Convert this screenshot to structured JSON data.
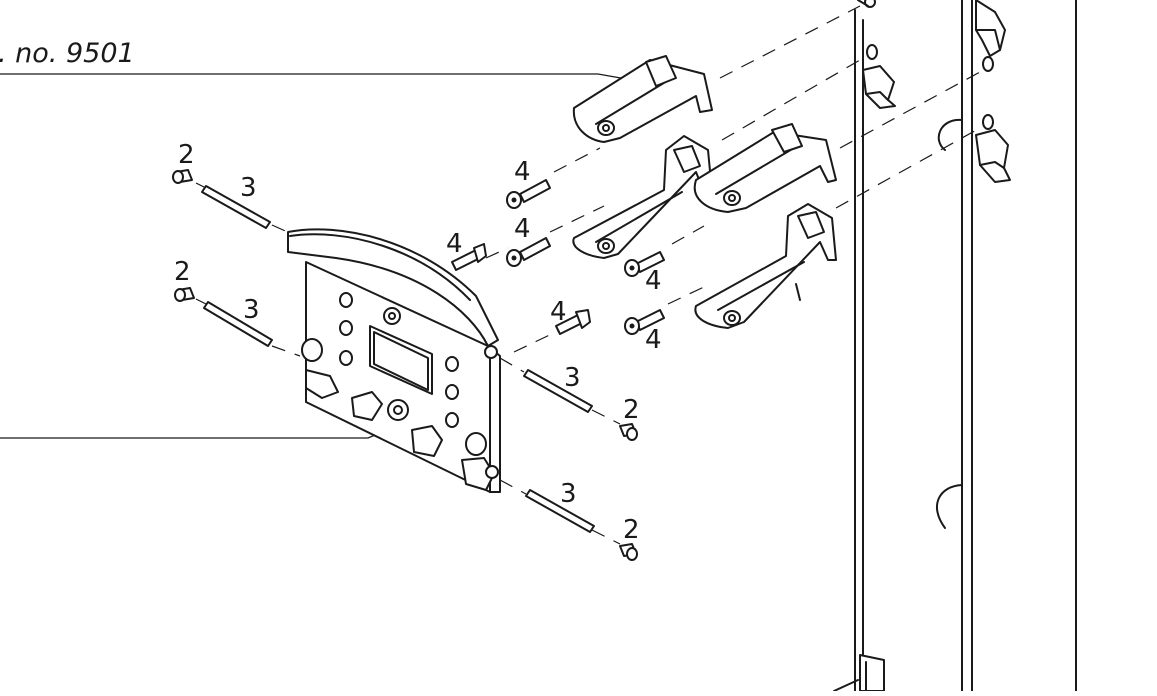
{
  "title": ". no. 9501",
  "callouts": {
    "screw_small": "2",
    "pin": "3",
    "bolt": "4"
  }
}
